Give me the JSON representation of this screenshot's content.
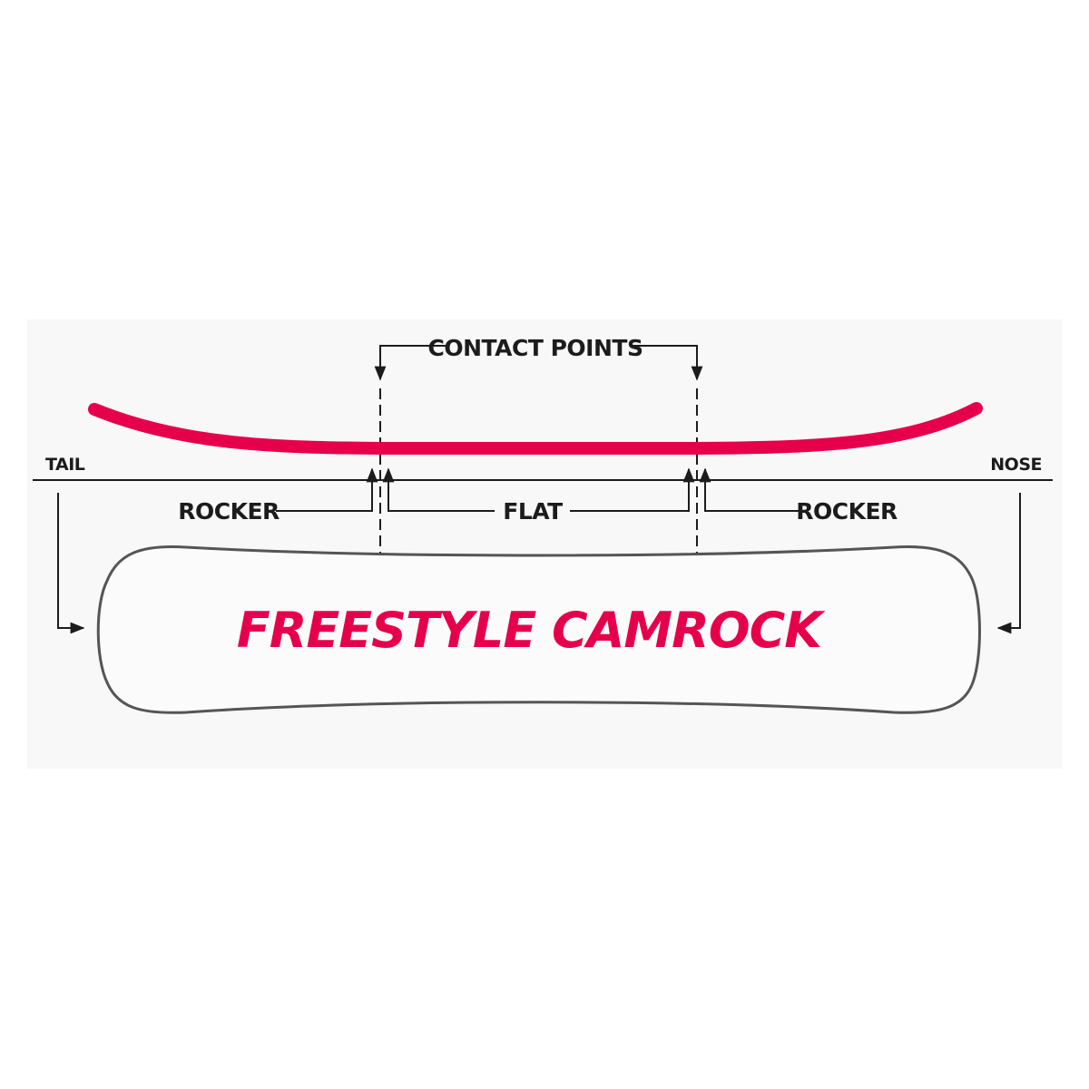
{
  "colors": {
    "profile_line": "#e6004c",
    "title_text": "#e6004c",
    "label_text": "#1c1c1c",
    "board_outline": "#555555",
    "panel_background": "#f8f8f8"
  },
  "labels": {
    "contact_points": "CONTACT POINTS",
    "tail": "TAIL",
    "nose": "NOSE",
    "rocker_left": "ROCKER",
    "flat": "FLAT",
    "rocker_right": "ROCKER"
  },
  "title": "FREESTYLE CAMROCK"
}
